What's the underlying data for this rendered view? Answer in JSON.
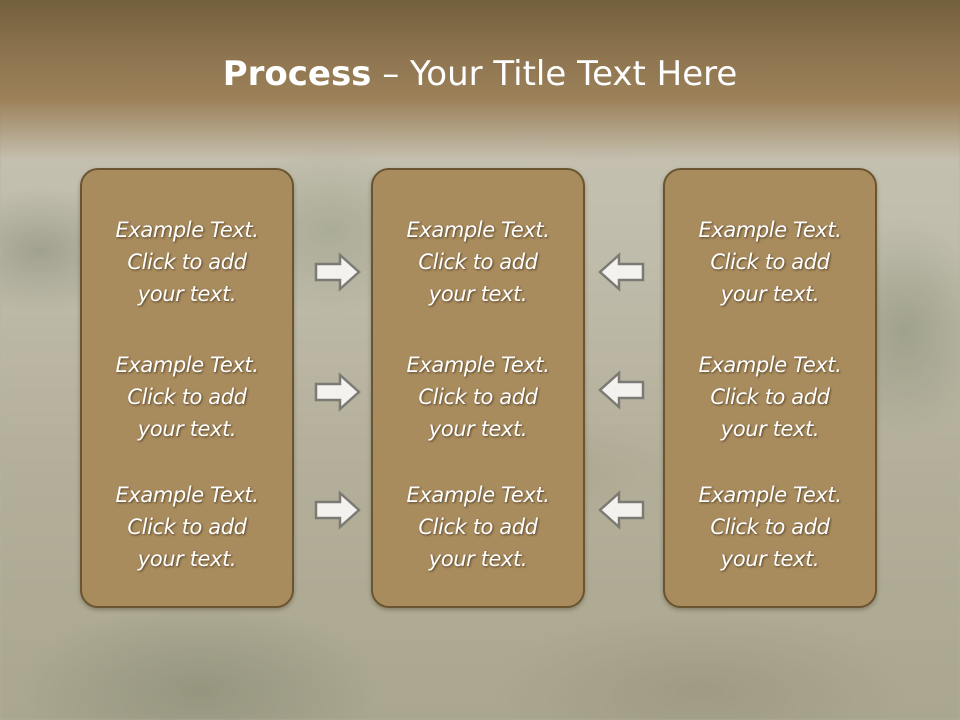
{
  "title": {
    "bold": "Process",
    "rest": " – Your Title Text Here"
  },
  "columns": [
    {
      "items": [
        {
          "line1": "Example Text.",
          "line2": "Click  to add",
          "line3": "your text."
        },
        {
          "line1": "Example Text.",
          "line2": "Click  to add",
          "line3": "your text."
        },
        {
          "line1": "Example Text.",
          "line2": "Click  to add",
          "line3": "your text."
        }
      ]
    },
    {
      "items": [
        {
          "line1": "Example Text.",
          "line2": "Click  to add",
          "line3": "your text."
        },
        {
          "line1": "Example Text.",
          "line2": "Click  to add",
          "line3": "your text."
        },
        {
          "line1": "Example Text.",
          "line2": "Click  to add",
          "line3": "your text."
        }
      ]
    },
    {
      "items": [
        {
          "line1": "Example Text.",
          "line2": "Click  to add",
          "line3": "your text."
        },
        {
          "line1": "Example Text.",
          "line2": "Click  to add",
          "line3": "your text."
        },
        {
          "line1": "Example Text.",
          "line2": "Click  to add",
          "line3": "your text."
        }
      ]
    }
  ],
  "arrows": {
    "left_group": "arrow-right-icon",
    "right_group": "arrow-left-icon"
  },
  "colors": {
    "header": "#8e7550",
    "box_fill": "#a98c5e",
    "box_border": "#6b5530",
    "text": "#ffffff"
  }
}
